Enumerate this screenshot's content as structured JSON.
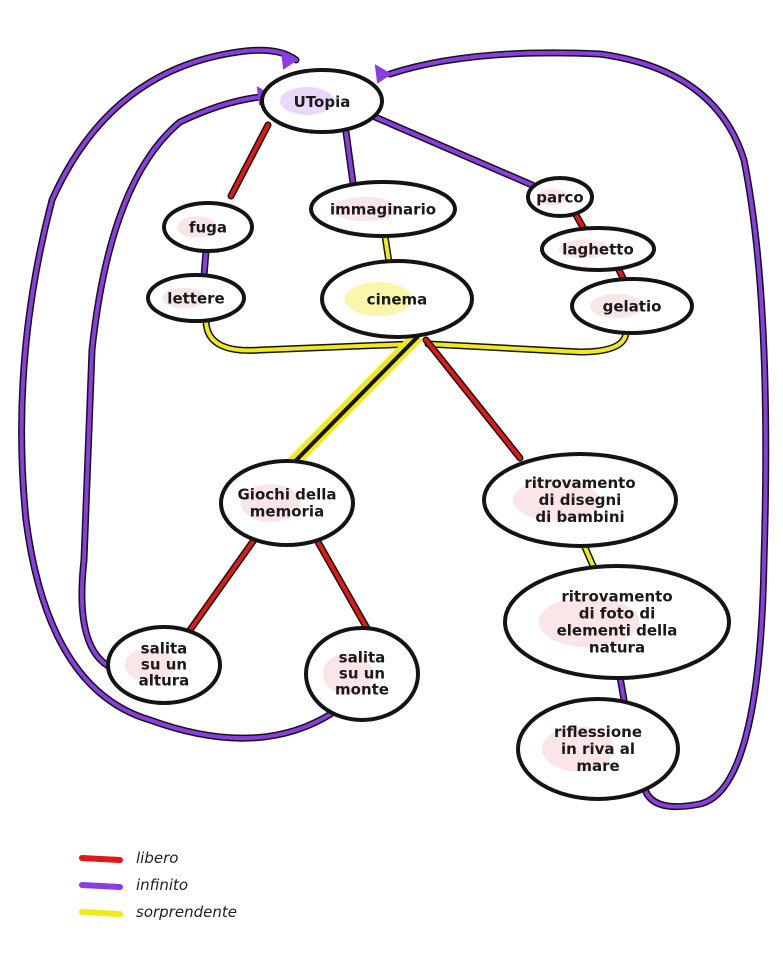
{
  "colors": {
    "red": "#e01818",
    "purple": "#8a3de0",
    "yellow": "#f0ea1a",
    "ink": "#141414"
  },
  "nodes": {
    "utopia": {
      "lines": [
        "UTopia"
      ]
    },
    "fuga": {
      "lines": [
        "fuga"
      ]
    },
    "lettere": {
      "lines": [
        "lettere"
      ]
    },
    "immaginario": {
      "lines": [
        "immaginario"
      ]
    },
    "cinema": {
      "lines": [
        "cinema"
      ]
    },
    "parco": {
      "lines": [
        "parco"
      ]
    },
    "laghetto": {
      "lines": [
        "laghetto"
      ]
    },
    "gelato": {
      "lines": [
        "gelatio"
      ]
    },
    "giochi": {
      "lines": [
        "Giochi della",
        "memoria"
      ]
    },
    "ritrovamento_disegni": {
      "lines": [
        "ritrovamento",
        "di disegni",
        "di bambini"
      ]
    },
    "ritrovamento_foto": {
      "lines": [
        "ritrovamento",
        "di foto di",
        "elementi della",
        "natura"
      ]
    },
    "salita_altura": {
      "lines": [
        "salita",
        "su un",
        "altura"
      ]
    },
    "salita_monte": {
      "lines": [
        "salita",
        "su un",
        "monte"
      ]
    },
    "riflessione": {
      "lines": [
        "riflessione",
        "in riva al",
        "mare"
      ]
    }
  },
  "legend": [
    {
      "label": "libero",
      "color": "red"
    },
    {
      "label": "infinito",
      "color": "purple"
    },
    {
      "label": "sorprendente",
      "color": "yellow"
    }
  ]
}
